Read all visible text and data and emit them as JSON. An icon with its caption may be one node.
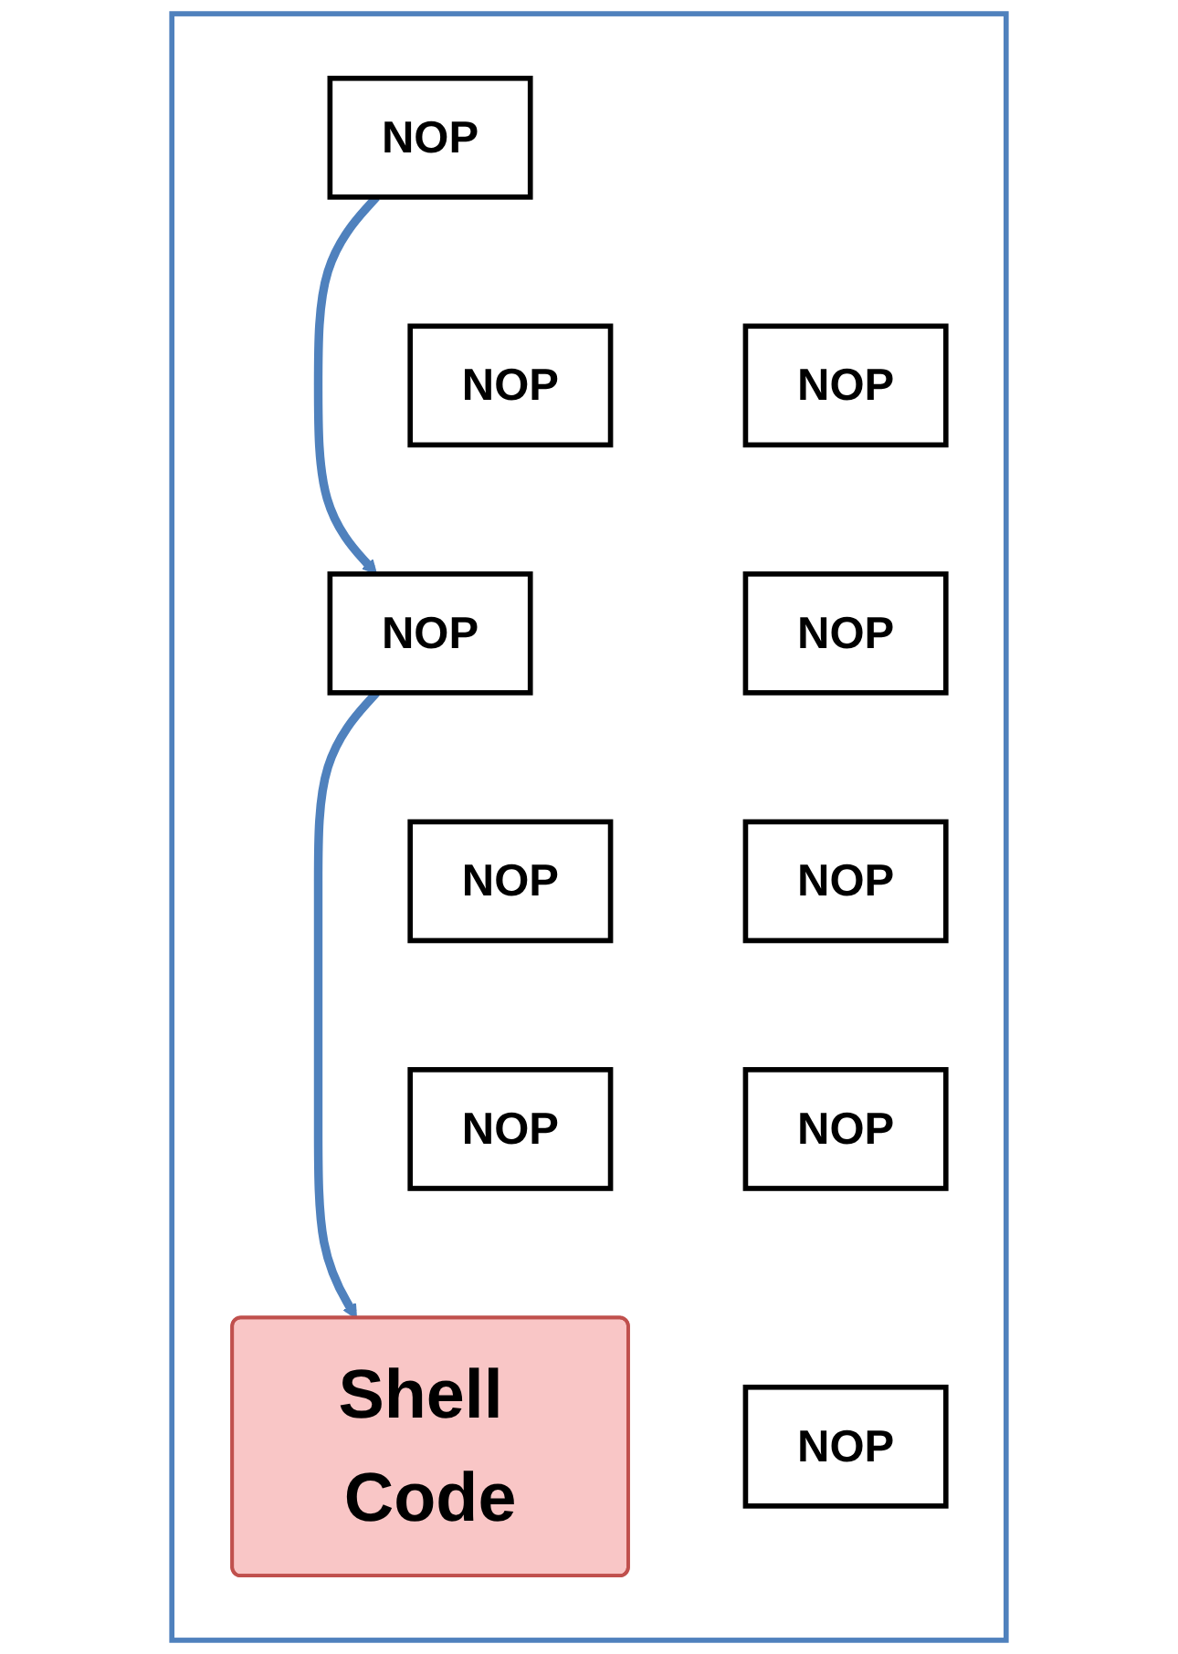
{
  "diagram": {
    "nodes": [
      {
        "text": [],
        "shape": "box"
      },
      {
        "text": [
          "NOP"
        ],
        "in": 0
      },
      {
        "text": [
          "NOP"
        ],
        "in": 0
      },
      {
        "text": [
          "NOP"
        ],
        "in": 0
      },
      {
        "text": [
          "NOP"
        ],
        "in": 0
      },
      {
        "text": [
          "NOP"
        ],
        "in": 0
      },
      {
        "text": [
          "NOP"
        ],
        "in": 0
      },
      {
        "text": [
          "NOP"
        ],
        "in": 0
      },
      {
        "text": [
          "NOP"
        ],
        "in": 0
      },
      {
        "text": [
          "NOP"
        ],
        "in": 0
      },
      {
        "text": [
          "NOP"
        ],
        "in": 0
      },
      {
        "text": [
          "Shell Code"
        ],
        "in": 0
      }
    ],
    "edges": [
      {
        "from": 1,
        "to": 5,
        "arrow": "to"
      },
      {
        "from": 5,
        "to": 11,
        "arrow": "to"
      }
    ]
  }
}
